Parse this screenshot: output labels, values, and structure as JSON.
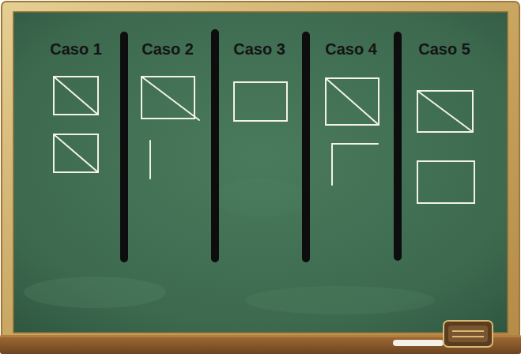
{
  "diagram": {
    "labels": [
      "Caso 1",
      "Caso 2",
      "Caso 3",
      "Caso 4",
      "Caso 5"
    ]
  }
}
